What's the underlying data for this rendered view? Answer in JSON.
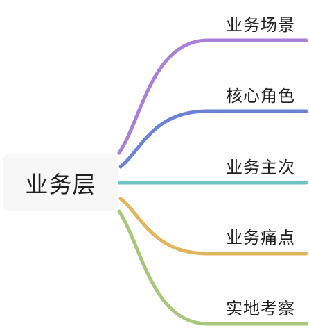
{
  "root": {
    "label": "业务层"
  },
  "branches": [
    {
      "label": "业务场景",
      "color": "#a97fd8"
    },
    {
      "label": "核心角色",
      "color": "#6b82d6"
    },
    {
      "label": "业务主次",
      "color": "#6fc4c4"
    },
    {
      "label": "业务痛点",
      "color": "#e0b55c"
    },
    {
      "label": "实地考察",
      "color": "#a9c77a"
    }
  ]
}
